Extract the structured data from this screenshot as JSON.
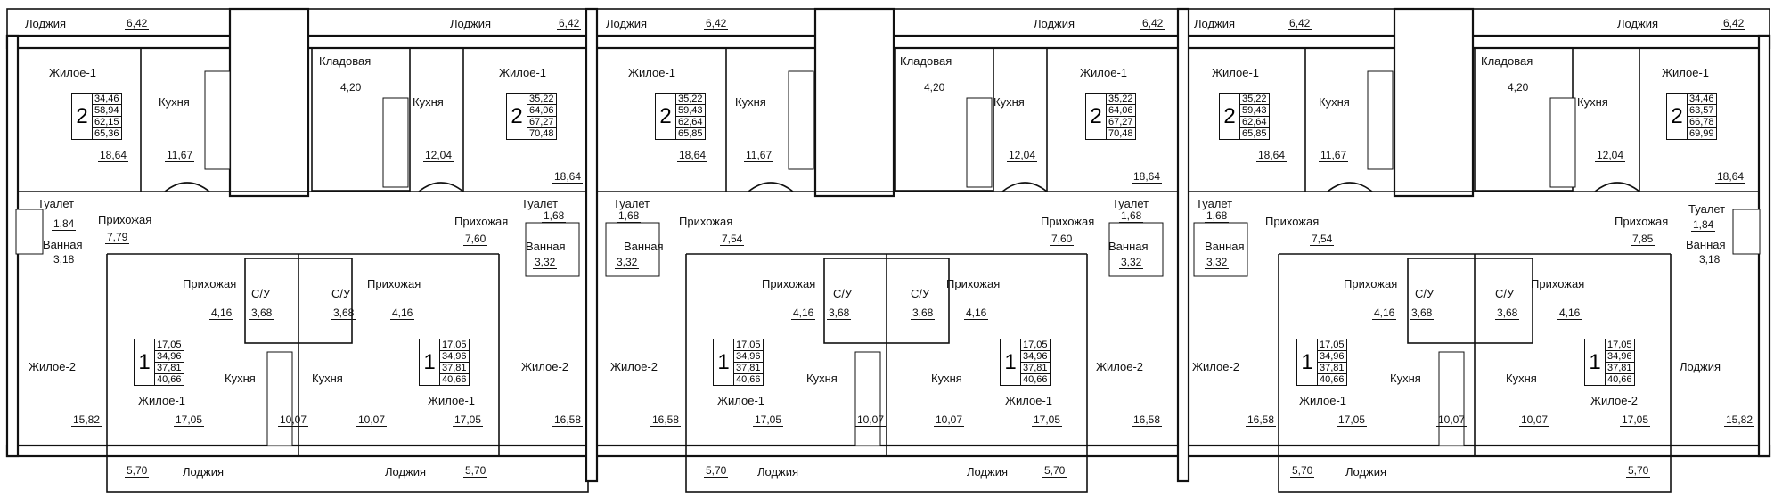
{
  "units": {
    "u1": {
      "rooms": "2",
      "areas": [
        "34,46",
        "58,94",
        "62,15",
        "65,36"
      ]
    },
    "u2": {
      "rooms": "2",
      "areas": [
        "35,22",
        "64,06",
        "67,27",
        "70,48"
      ]
    },
    "u3": {
      "rooms": "2",
      "areas": [
        "35,22",
        "59,43",
        "62,64",
        "65,85"
      ]
    },
    "u4": {
      "rooms": "2",
      "areas": [
        "35,22",
        "64,06",
        "67,27",
        "70,48"
      ]
    },
    "u5": {
      "rooms": "2",
      "areas": [
        "35,22",
        "59,43",
        "62,64",
        "65,85"
      ]
    },
    "u6": {
      "rooms": "2",
      "areas": [
        "34,46",
        "63,57",
        "66,78",
        "69,99"
      ]
    },
    "b1": {
      "rooms": "1",
      "areas": [
        "17,05",
        "34,96",
        "37,81",
        "40,66"
      ]
    },
    "b2": {
      "rooms": "1",
      "areas": [
        "17,05",
        "34,96",
        "37,81",
        "40,66"
      ]
    },
    "b3": {
      "rooms": "1",
      "areas": [
        "17,05",
        "34,96",
        "37,81",
        "40,66"
      ]
    },
    "b4": {
      "rooms": "1",
      "areas": [
        "17,05",
        "34,96",
        "37,81",
        "40,66"
      ]
    },
    "b5": {
      "rooms": "1",
      "areas": [
        "17,05",
        "34,96",
        "37,81",
        "40,66"
      ]
    },
    "b6": {
      "rooms": "1",
      "areas": [
        "17,05",
        "34,96",
        "37,81",
        "40,66"
      ]
    }
  },
  "labels": [
    "Лоджия",
    "Лоджия",
    "Лоджия",
    "Лоджия",
    "Лоджия",
    "Лоджия",
    "Жилое-1",
    "Кухня",
    "Кладовая",
    "Кухня",
    "Жилое-1",
    "Жилое-1",
    "Кухня",
    "Кладовая",
    "Кухня",
    "Жилое-1",
    "Жилое-1",
    "Кухня",
    "Кладовая",
    "Кухня",
    "Жилое-1",
    "Туалет",
    "Ванная",
    "Прихожая",
    "Прихожая",
    "Туалет",
    "Ванная",
    "Туалет",
    "Ванная",
    "Прихожая",
    "Прихожая",
    "Туалет",
    "Ванная",
    "Туалет",
    "Ванная",
    "Прихожая",
    "Прихожая",
    "Туалет",
    "Ванная",
    "Прихожая",
    "С/У",
    "С/У",
    "Прихожая",
    "Прихожая",
    "С/У",
    "С/У",
    "Прихожая",
    "Прихожая",
    "С/У",
    "С/У",
    "Прихожая",
    "Жилое-2",
    "Кухня",
    "Жилое-1",
    "Кухня",
    "Жилое-1",
    "Жилое-2",
    "Жилое-2",
    "Жилое-1",
    "Кухня",
    "Кухня",
    "Жилое-1",
    "Жилое-2",
    "Жилое-2",
    "Жилое-1",
    "Кухня",
    "Кухня",
    "Жилое-2",
    "Лоджия",
    "Лоджия",
    "Лоджия",
    "Лоджия",
    "Лоджия",
    "Лоджия"
  ],
  "areas": [
    "6,42",
    "6,42",
    "6,42",
    "6,42",
    "6,42",
    "6,42",
    "4,20",
    "4,20",
    "4,20",
    "18,64",
    "11,67",
    "12,04",
    "18,64",
    "18,64",
    "11,67",
    "12,04",
    "18,64",
    "18,64",
    "11,67",
    "12,04",
    "18,64",
    "1,84",
    "3,18",
    "7,79",
    "7,60",
    "1,68",
    "3,32",
    "1,68",
    "3,32",
    "7,54",
    "7,60",
    "1,68",
    "3,32",
    "1,68",
    "3,32",
    "7,54",
    "7,85",
    "1,84",
    "3,18",
    "4,16",
    "3,68",
    "3,68",
    "4,16",
    "4,16",
    "3,68",
    "3,68",
    "4,16",
    "4,16",
    "3,68",
    "3,68",
    "4,16",
    "15,82",
    "17,05",
    "10,07",
    "10,07",
    "17,05",
    "16,58",
    "16,58",
    "17,05",
    "10,07",
    "10,07",
    "17,05",
    "16,58",
    "16,58",
    "17,05",
    "10,07",
    "10,07",
    "17,05",
    "15,82",
    "5,70",
    "5,70",
    "5,70",
    "5,70",
    "5,70",
    "5,70"
  ]
}
